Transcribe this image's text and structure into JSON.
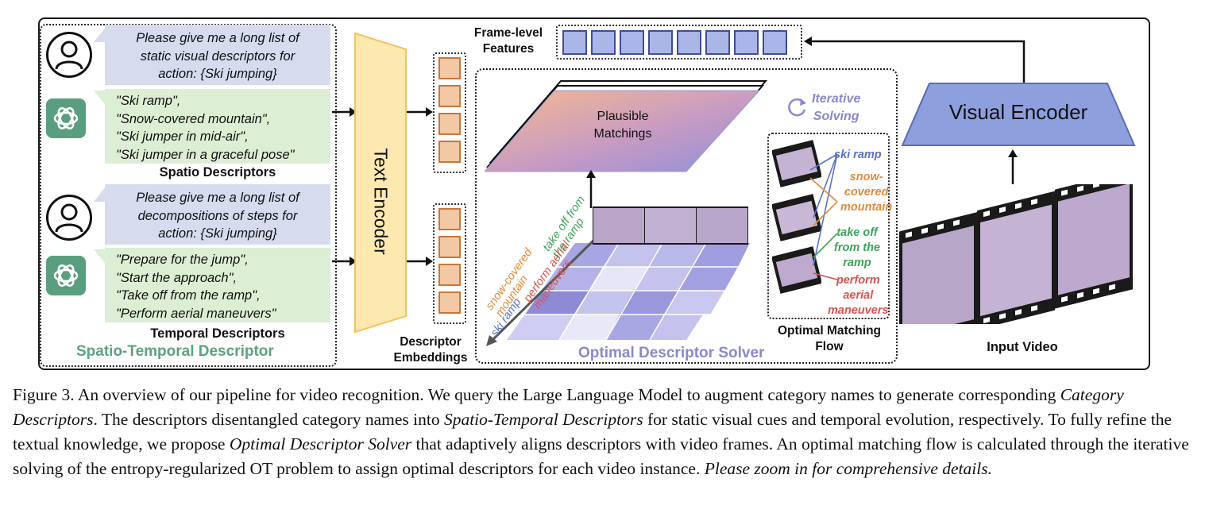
{
  "spatio_block": {
    "prompt_lines": [
      "Please give me a long list of",
      "static visual descriptors for",
      "action: {Ski jumping}"
    ],
    "response_lines": [
      "\"Ski ramp\",",
      "\"Snow-covered mountain\",",
      "\"Ski jumper in mid-air\",",
      "\"Ski jumper in a graceful pose\""
    ],
    "label": "Spatio Descriptors"
  },
  "temporal_block": {
    "prompt_lines": [
      "Please give me a long list of",
      "decompositions of steps for",
      "action: {Ski jumping}"
    ],
    "response_lines": [
      "\"Prepare for the jump\",",
      "\"Start the approach\",",
      "\"Take off from the ramp\",",
      "\"Perform aerial maneuvers\""
    ],
    "label": "Temporal Descriptors"
  },
  "spatio_temporal_label": "Spatio-Temporal Descriptor",
  "text_encoder_label": "Text Encoder",
  "descriptor_embeddings_label": [
    "Descriptor",
    "Embeddings"
  ],
  "frame_level_label": [
    "Frame-level",
    "Features"
  ],
  "plausible_matchings_label": [
    "Plausible",
    "Matchings"
  ],
  "iterative_solving_label": [
    "Iterative",
    "Solving"
  ],
  "axis_labels": {
    "ski_ramp": "ski ramp",
    "snow": [
      "snow-covered",
      "mountain"
    ],
    "take_off": [
      "take off from",
      "the ramp"
    ],
    "perform": [
      "perform aerial",
      "maneuvers"
    ]
  },
  "matching_labels": {
    "ski_ramp": "ski ramp",
    "snow": [
      "snow-",
      "covered",
      "mountain"
    ],
    "take_off": [
      "take off",
      "from the",
      "ramp"
    ],
    "perform": [
      "perform",
      "aerial",
      "maneuvers"
    ]
  },
  "optimal_matching_flow_label": [
    "Optimal Matching",
    "Flow"
  ],
  "optimal_descriptor_solver_label": "Optimal Descriptor Solver",
  "visual_encoder_label": "Visual Encoder",
  "input_video_label": "Input Video",
  "colors": {
    "ski_ramp": "#5a72c8",
    "snow": "#e08a3c",
    "take_off": "#3ea35a",
    "perform": "#d9534f",
    "gpt_green": "#5a9e80",
    "question_bg": "#d6dbee",
    "answer_bg": "#dcefd4",
    "encoder_yellow": "#fde9b0",
    "visual_encoder_blue": "#8e9fde"
  },
  "caption": {
    "segments": [
      {
        "text": "Figure 3. An overview of our pipeline for video recognition. We query the Large Language Model to augment category names to generate corresponding ",
        "italic": false
      },
      {
        "text": "Category Descriptors",
        "italic": true
      },
      {
        "text": ". The descriptors disentangled category names into ",
        "italic": false
      },
      {
        "text": "Spatio-Temporal Descriptors",
        "italic": true
      },
      {
        "text": " for static visual cues and temporal evolution, respectively. To fully refine the textual knowledge, we propose ",
        "italic": false
      },
      {
        "text": "Optimal Descriptor Solver",
        "italic": true
      },
      {
        "text": " that adaptively aligns descriptors with video frames. An optimal matching flow is calculated through the iterative solving of the entropy-regularized OT problem to assign optimal descriptors for each video instance. ",
        "italic": false
      },
      {
        "text": "Please zoom in for comprehensive details.",
        "italic": true
      }
    ]
  }
}
